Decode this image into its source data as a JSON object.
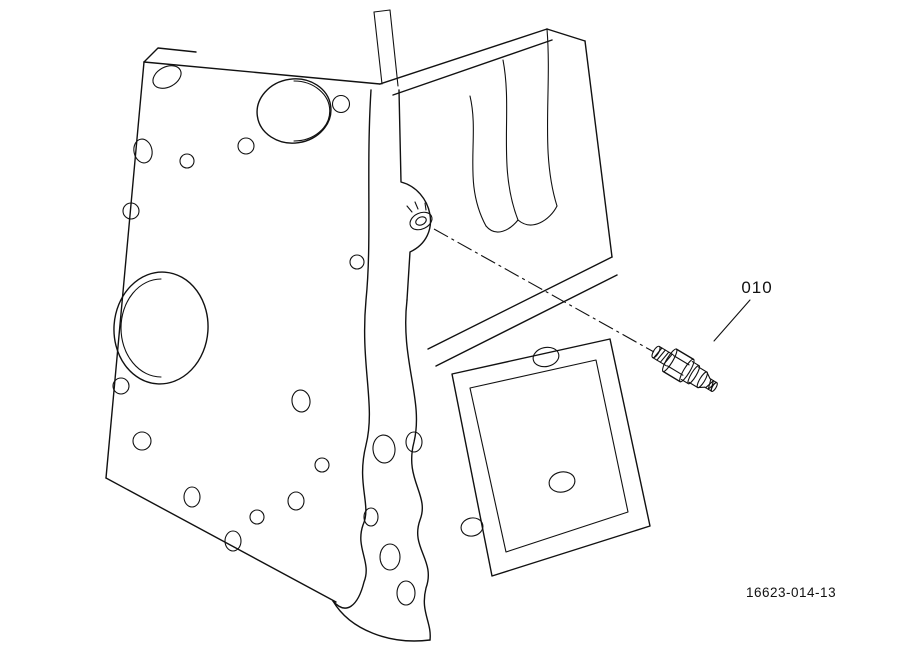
{
  "figure": {
    "type": "exploded-parts-diagram",
    "background": "#ffffff",
    "line_color": "#111111",
    "subject": "engine-block-with-oil-pressure-switch"
  },
  "callout": {
    "label": "010"
  },
  "footer": {
    "drawing_number": "16623-014-13"
  }
}
